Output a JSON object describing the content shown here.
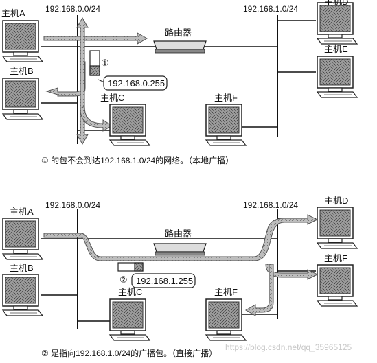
{
  "top": {
    "net_left": "192.168.0.0/24",
    "net_right": "192.168.1.0/24",
    "router": "路由器",
    "hosts": {
      "A": "主机A",
      "B": "主机B",
      "C": "主机C",
      "D": "主机D",
      "E": "主机E",
      "F": "主机F"
    },
    "marker": "①",
    "packet_addr": "192.168.0.255",
    "caption": "① 的包不会到达192.168.1.0/24的网络。（本地广播）"
  },
  "bottom": {
    "net_left": "192.168.0.0/24",
    "net_right": "192.168.1.0/24",
    "router": "路由器",
    "hosts": {
      "A": "主机A",
      "B": "主机B",
      "C": "主机C",
      "D": "主机D",
      "E": "主机E",
      "F": "主机F"
    },
    "marker": "②",
    "packet_addr": "192.168.1.255",
    "caption": "② 是指向192.168.1.0/24的广播包。（直接广播）"
  },
  "watermark": "https://blog.csdn.net/qq_35965125"
}
